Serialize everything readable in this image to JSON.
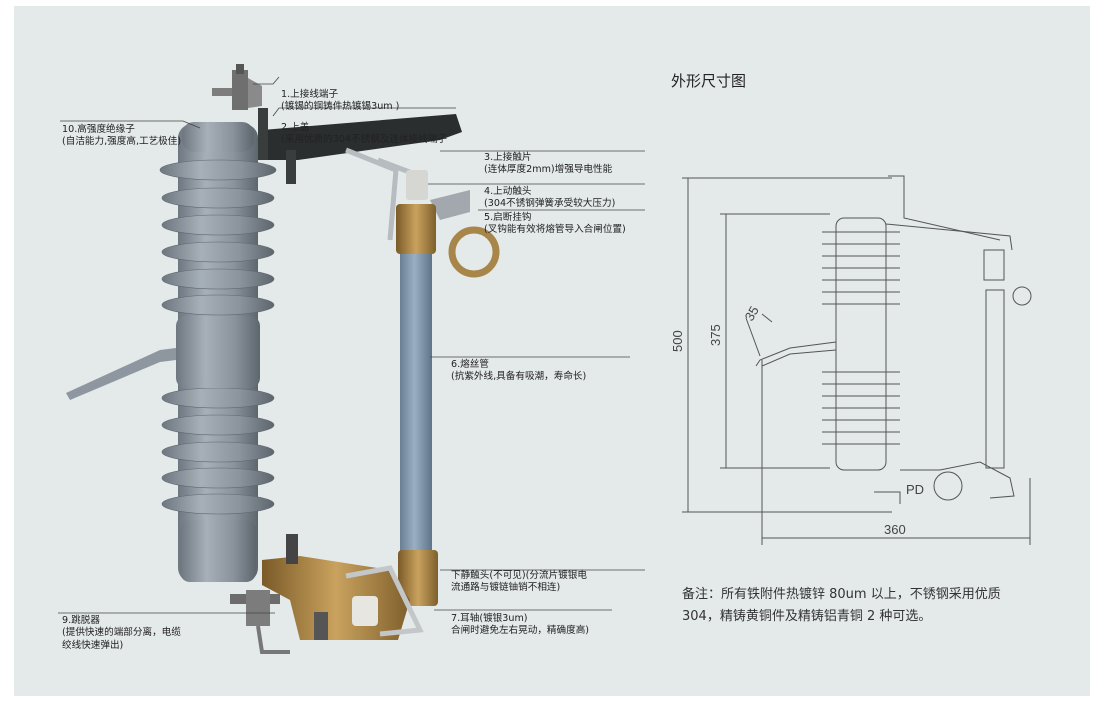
{
  "callouts": [
    {
      "id": "c1",
      "line1": "1.上接线端子",
      "line2": "(镀锡的铜铸件热镀锡3um )"
    },
    {
      "id": "c2",
      "line1": "2.上盖",
      "line2": "(采用优质的304不锈钢及连体接线端子"
    },
    {
      "id": "c3",
      "line1": "3.上接触片",
      "line2": "(连体厚度2mm)增强导电性能"
    },
    {
      "id": "c4",
      "line1": "4.上动触头",
      "line2": "(304不锈钢弹簧承受较大压力)"
    },
    {
      "id": "c5",
      "line1": "5.启断挂钩",
      "line2": "(叉钩能有效将熔管导入合闸位置)"
    },
    {
      "id": "c6",
      "line1": "6.熔丝管",
      "line2": "(抗紫外线,具备有吸潮，寿命长)"
    },
    {
      "id": "c7",
      "line1": "下静触头(不可见)(分流片镀银电",
      "line2": "流通路与镀链铀销不相连)"
    },
    {
      "id": "c8",
      "line1": "7.耳轴(镀银3um)",
      "line2": "合闸时避免左右晃动，精确度高)"
    },
    {
      "id": "c9",
      "line1": "9.跳脱器",
      "line2": "(提供快速的端部分离，电缆",
      "line3": "绞线快速弹出)"
    },
    {
      "id": "c10",
      "line1": "10.高强度绝缘子",
      "line2": "(自洁能力,强度高,工艺极佳)"
    }
  ],
  "drawing": {
    "title": "外形尺寸图",
    "dim_500": "500",
    "dim_375": "375",
    "dim_35": "35",
    "dim_360": "360",
    "pd_label": "PD"
  },
  "note": {
    "line1": "备注：所有铁附件热镀锌 80um 以上，不锈钢采用优质",
    "line2": "304，精铸黄铜件及精铸铝青铜 2 种可选。"
  },
  "colors": {
    "panel_bg": "#e4e9ea",
    "insulator": "#8d969f",
    "fuse_tube": "#7f95ab",
    "brass": "#a8864a",
    "bracket": "#2b2e2e"
  }
}
